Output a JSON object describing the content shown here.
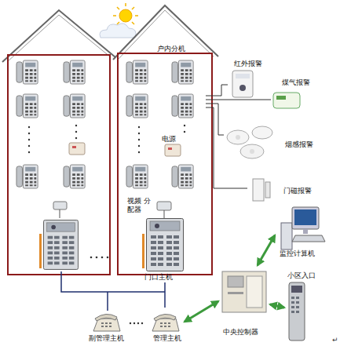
{
  "diagram": {
    "nodes": [
      {
        "text": [
          "户内分机"
        ]
      },
      {
        "text": [
          "红外报警"
        ]
      },
      {
        "text": [
          "煤气报警"
        ]
      },
      {
        "text": [
          "电源"
        ]
      },
      {
        "text": [
          "烟感报警"
        ]
      },
      {
        "text": [
          "门磁报警"
        ]
      },
      {
        "text": [
          "视频 分配器"
        ]
      },
      {
        "text": [
          "门口主机"
        ]
      },
      {
        "text": [
          "监控计算机"
        ]
      },
      {
        "text": [
          "小区入口"
        ]
      },
      {
        "text": [
          "中央控制器"
        ]
      },
      {
        "text": [
          "副管理主机"
        ]
      },
      {
        "text": [
          "管理主机"
        ]
      }
    ],
    "edges": [
      {
        "from": 0,
        "to": 1,
        "arrow": "none"
      },
      {
        "from": 0,
        "to": 2,
        "arrow": "none"
      },
      {
        "from": 0,
        "to": 4,
        "arrow": "none"
      },
      {
        "from": 0,
        "to": 5,
        "arrow": "none"
      },
      {
        "from": 7,
        "to": 12,
        "arrow": "none"
      },
      {
        "from": 12,
        "to": 10,
        "arrow": "both"
      },
      {
        "from": 10,
        "to": 8,
        "arrow": "both"
      },
      {
        "from": 10,
        "to": 9,
        "arrow": "both"
      }
    ],
    "labels": [
      "↵"
    ]
  }
}
